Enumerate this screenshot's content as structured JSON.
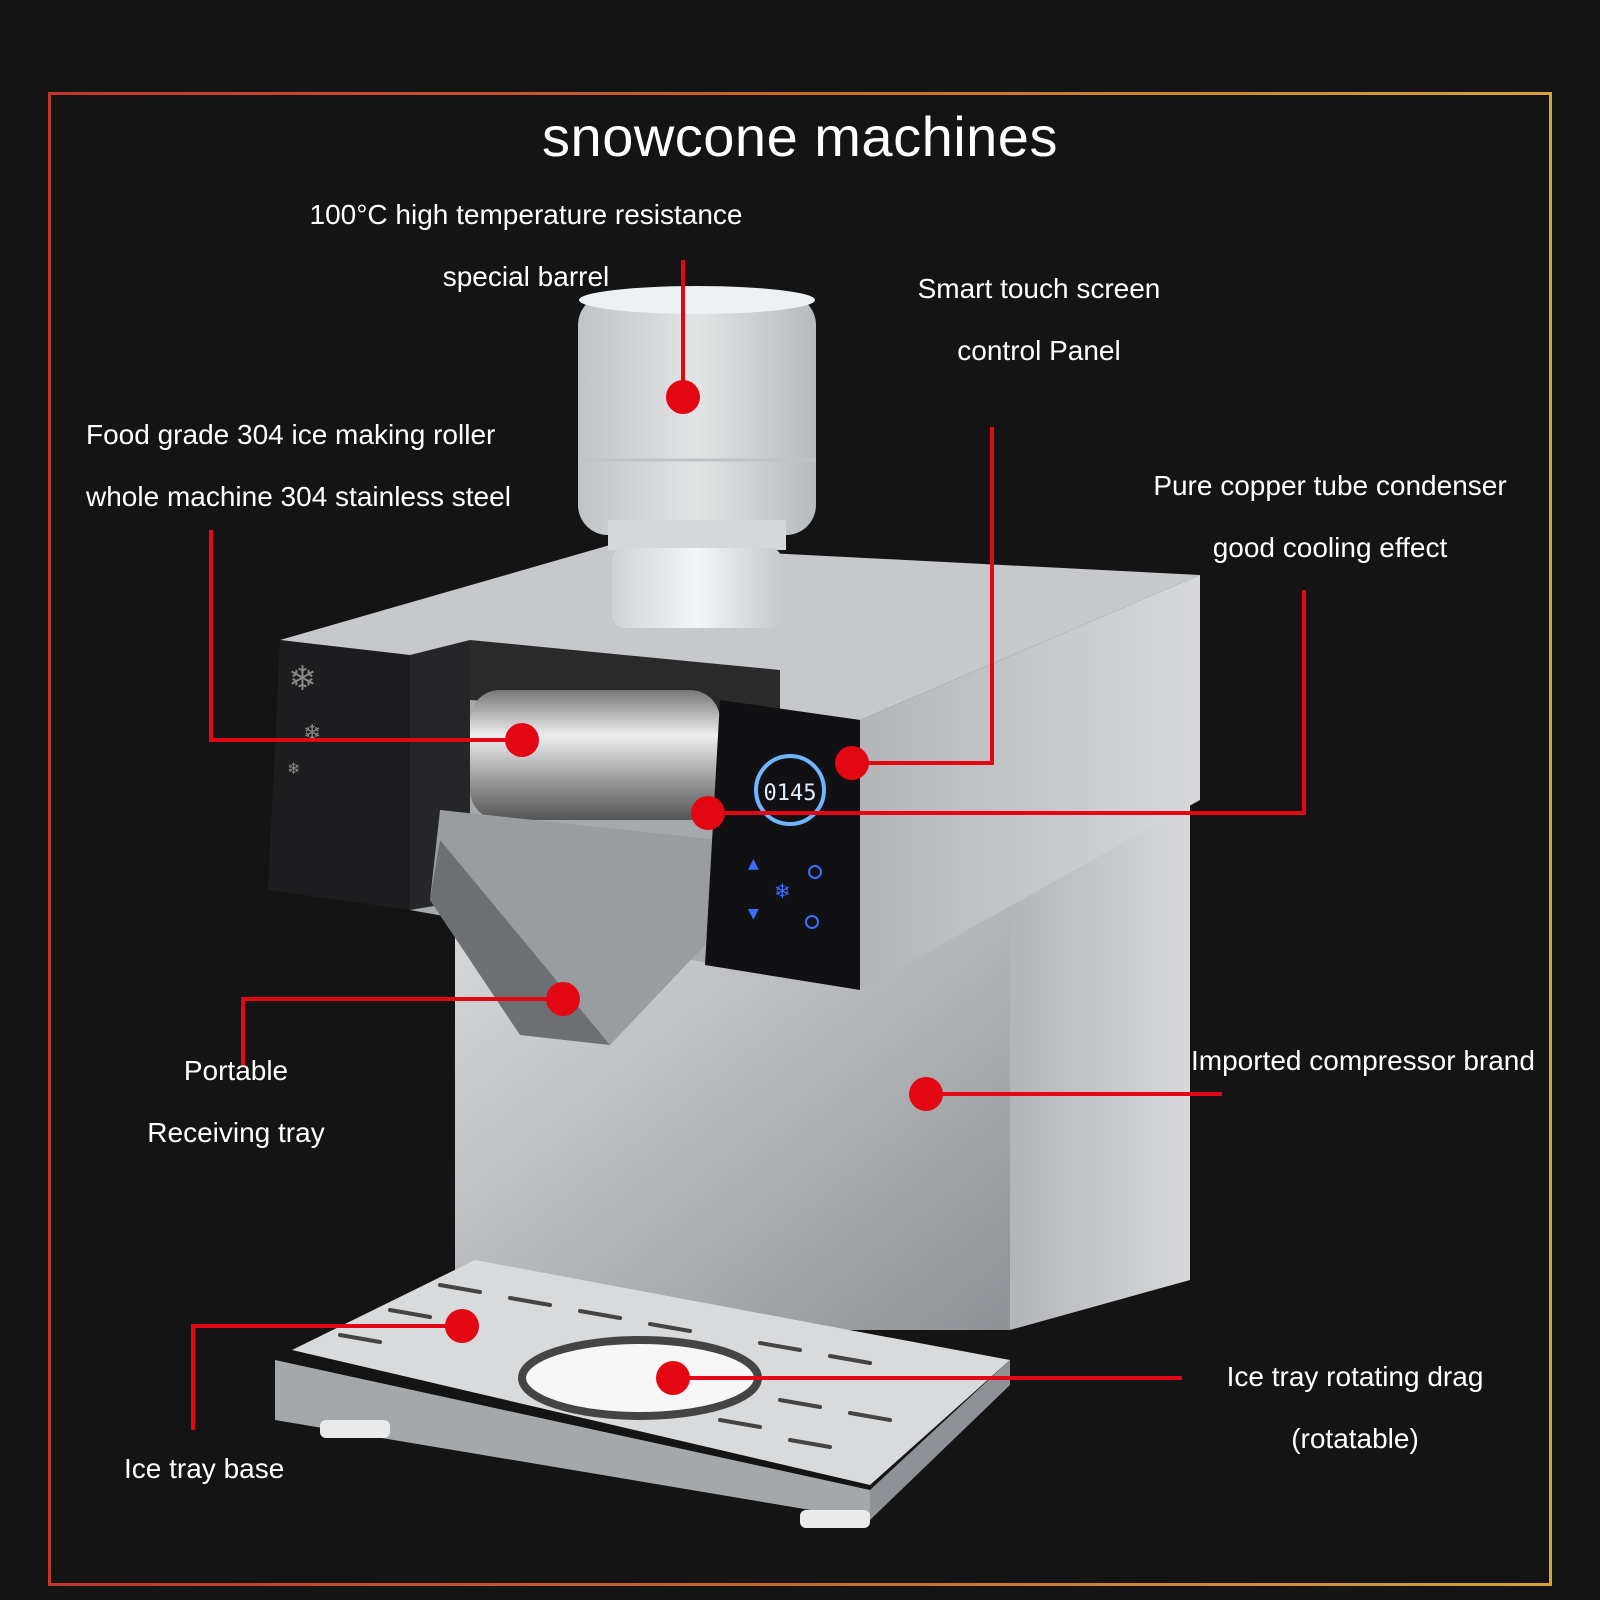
{
  "title": "snowcone machines",
  "callouts": [
    {
      "id": "barrel",
      "lines": [
        "100°C high temperature resistance",
        "special barrel"
      ]
    },
    {
      "id": "touch-screen",
      "lines": [
        "Smart touch screen",
        "control Panel"
      ]
    },
    {
      "id": "roller",
      "lines": [
        "Food grade 304 ice making roller",
        "whole machine 304 stainless steel"
      ]
    },
    {
      "id": "condenser",
      "lines": [
        "Pure copper tube condenser",
        "good cooling effect"
      ]
    },
    {
      "id": "receiving-tray",
      "lines": [
        "Portable",
        "Receiving tray"
      ]
    },
    {
      "id": "compressor",
      "lines": [
        "Imported compressor brand"
      ]
    },
    {
      "id": "tray-drag",
      "lines": [
        "Ice tray rotating drag",
        "(rotatable)"
      ]
    },
    {
      "id": "tray-base",
      "lines": [
        "Ice tray base"
      ]
    }
  ],
  "display": {
    "readout": "0145"
  },
  "colors": {
    "accent": "#e30613",
    "background": "#141414",
    "frame_start": "#c1362f",
    "frame_end": "#d9a13a"
  }
}
